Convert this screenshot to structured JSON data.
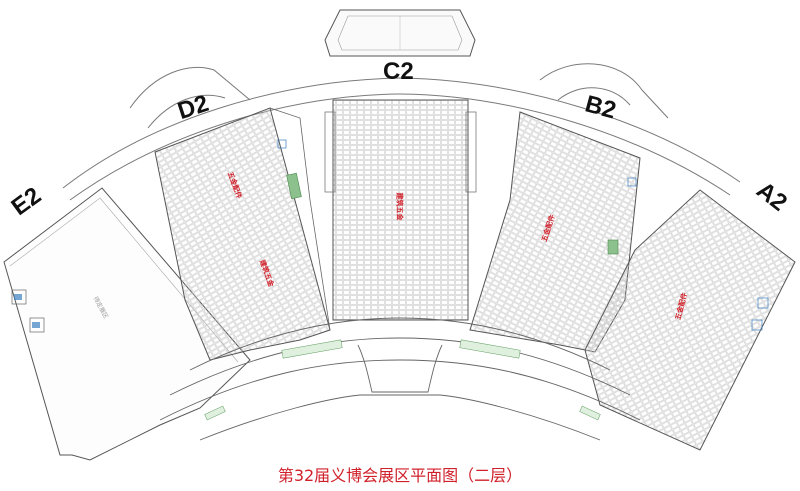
{
  "halls": {
    "e2": "E2",
    "d2": "D2",
    "c2": "C2",
    "b2": "B2",
    "a2": "A2"
  },
  "zones": {
    "d2_upper": "五金配件",
    "d2_lower": "建筑五金",
    "c2_center": "建筑五金",
    "b2_center": "五金配件",
    "a2_center": "五金配件",
    "e2_center": "待定展区"
  },
  "caption": "第32届义博会展区平面图（二层）",
  "colors": {
    "outline": "#6e6e6e",
    "booth": "#b9b9b9",
    "accent_red": "#d0202a",
    "service_green": "#8cc08c",
    "toilet_blue": "#3a7fc0"
  }
}
